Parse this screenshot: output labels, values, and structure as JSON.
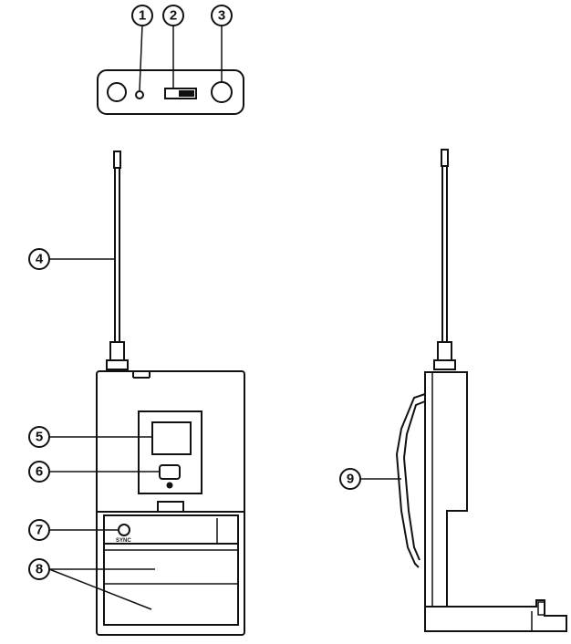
{
  "callouts": [
    {
      "id": "1",
      "label": "1"
    },
    {
      "id": "2",
      "label": "2"
    },
    {
      "id": "3",
      "label": "3"
    },
    {
      "id": "4",
      "label": "4"
    },
    {
      "id": "5",
      "label": "5"
    },
    {
      "id": "6",
      "label": "6"
    },
    {
      "id": "7",
      "label": "7"
    },
    {
      "id": "8",
      "label": "8"
    },
    {
      "id": "9",
      "label": "9"
    }
  ],
  "device": {
    "sync_label": "SYNC"
  }
}
